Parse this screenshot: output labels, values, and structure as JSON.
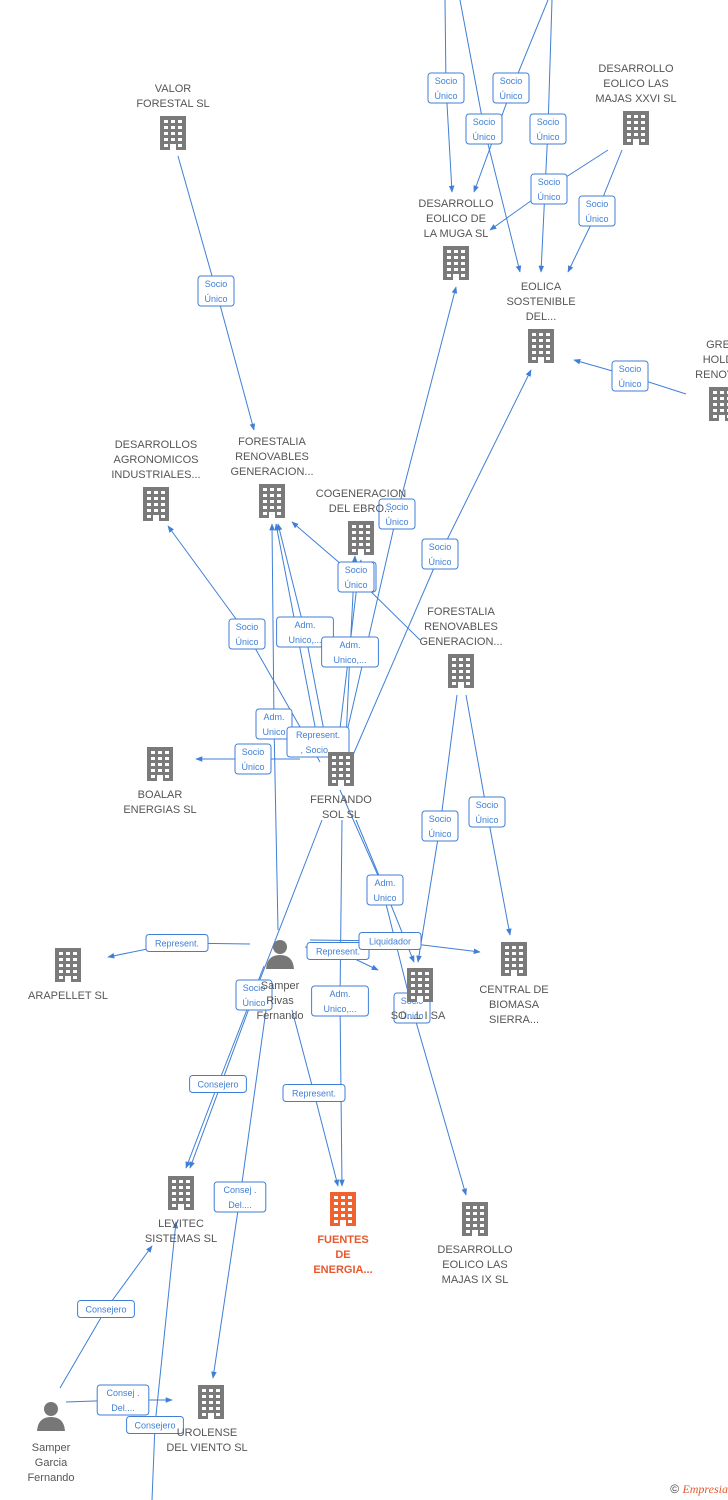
{
  "nodes": [
    {
      "id": "valor_forestal",
      "type": "company",
      "label": [
        "VALOR",
        "FORESTAL SL"
      ]
    },
    {
      "id": "des_eolico_majas_xxvi",
      "type": "company",
      "label": [
        "DESARROLLO",
        "EOLICO LAS",
        "MAJAS XXVI  SL"
      ]
    },
    {
      "id": "des_eolico_muga",
      "type": "company",
      "label": [
        "DESARROLLO",
        "EOLICO DE",
        "LA MUGA SL"
      ]
    },
    {
      "id": "eolica_sostenible",
      "type": "company",
      "label": [
        "EOLICA",
        "SOSTENIBLE",
        "DEL..."
      ]
    },
    {
      "id": "gre_holding",
      "type": "company",
      "label": [
        "GRE",
        "HOLD",
        "RENOVA"
      ]
    },
    {
      "id": "des_agronomicos",
      "type": "company",
      "label": [
        "DESARROLLOS",
        "AGRONOMICOS",
        "INDUSTRIALES..."
      ]
    },
    {
      "id": "forestalia_1",
      "type": "company",
      "label": [
        "FORESTALIA",
        "RENOVABLES",
        "GENERACION..."
      ]
    },
    {
      "id": "cogeneracion_ebro",
      "type": "company",
      "label": [
        "COGENERACION",
        "DEL EBRO..."
      ]
    },
    {
      "id": "forestalia_2",
      "type": "company",
      "label": [
        "FORESTALIA",
        "RENOVABLES",
        "GENERACION..."
      ]
    },
    {
      "id": "boalar",
      "type": "company",
      "label": [
        "BOALAR",
        "ENERGIAS  SL"
      ]
    },
    {
      "id": "fernando_sol",
      "type": "company",
      "label": [
        "FERNANDO",
        "SOL SL"
      ]
    },
    {
      "id": "arapellet",
      "type": "company",
      "label": [
        "ARAPELLET  SL"
      ]
    },
    {
      "id": "samper_rivas",
      "type": "person",
      "label": [
        "Samper",
        "Rivas",
        "Fernando"
      ]
    },
    {
      "id": "so_sa",
      "type": "company",
      "label": [
        "SO...L I SA"
      ]
    },
    {
      "id": "central_biomasa",
      "type": "company",
      "label": [
        "CENTRAL DE",
        "BIOMASA",
        "SIERRA..."
      ]
    },
    {
      "id": "levitec",
      "type": "company",
      "label": [
        "LEVITEC",
        "SISTEMAS  SL"
      ]
    },
    {
      "id": "fuentes_energia",
      "type": "company_main",
      "label": [
        "FUENTES",
        "DE",
        "ENERGIA..."
      ]
    },
    {
      "id": "des_eolico_majas_ix",
      "type": "company",
      "label": [
        "DESARROLLO",
        "EOLICO LAS",
        "MAJAS IX  SL"
      ]
    },
    {
      "id": "samper_garcia",
      "type": "person",
      "label": [
        "Samper",
        "Garcia",
        "Fernando"
      ]
    },
    {
      "id": "eurolense",
      "type": "company",
      "label": [
        "UROLENSE",
        "DEL VIENTO SL"
      ]
    }
  ],
  "edge_labels": [
    {
      "id": "e1",
      "lines": [
        "Socio",
        "Único"
      ]
    },
    {
      "id": "e2",
      "lines": [
        "Socio",
        "Único"
      ]
    },
    {
      "id": "e3",
      "lines": [
        "Socio",
        "Único"
      ]
    },
    {
      "id": "e4",
      "lines": [
        "Socio",
        "Único"
      ]
    },
    {
      "id": "e5",
      "lines": [
        "Socio",
        "Único"
      ]
    },
    {
      "id": "e6",
      "lines": [
        "Socio",
        "Único"
      ]
    },
    {
      "id": "e7",
      "lines": [
        "Socio",
        "Único"
      ]
    },
    {
      "id": "e8",
      "lines": [
        "Socio",
        "Único"
      ]
    },
    {
      "id": "e9",
      "lines": [
        "Socio",
        "Único"
      ]
    },
    {
      "id": "e10",
      "lines": [
        "Socio",
        "Único"
      ]
    },
    {
      "id": "e11",
      "lines": [
        "Socio",
        "Único"
      ]
    },
    {
      "id": "e12",
      "lines": [
        "Socio",
        "Único"
      ]
    },
    {
      "id": "e13",
      "lines": [
        "Socio",
        "Único"
      ]
    },
    {
      "id": "e14",
      "lines": [
        "Adm.",
        "Unico,..."
      ]
    },
    {
      "id": "e15",
      "lines": [
        "Adm.",
        "Unico,..."
      ]
    },
    {
      "id": "e16",
      "lines": [
        "Adm.",
        "Unico"
      ]
    },
    {
      "id": "e17",
      "lines": [
        "Represent.",
        ", Socio..."
      ]
    },
    {
      "id": "e18",
      "lines": [
        "Socio",
        "Único"
      ]
    },
    {
      "id": "e19",
      "lines": [
        "Socio",
        "Único"
      ]
    },
    {
      "id": "e20",
      "lines": [
        "Socio",
        "Único"
      ]
    },
    {
      "id": "e21",
      "lines": [
        "Adm.",
        "Unico"
      ]
    },
    {
      "id": "e22",
      "lines": [
        "Represent."
      ]
    },
    {
      "id": "e23",
      "lines": [
        "Represent."
      ]
    },
    {
      "id": "e24",
      "lines": [
        "Liquidador"
      ]
    },
    {
      "id": "e25",
      "lines": [
        "Socio",
        "Único"
      ]
    },
    {
      "id": "e26",
      "lines": [
        "Adm.",
        "Unico,..."
      ]
    },
    {
      "id": "e27",
      "lines": [
        "Socio",
        "Único"
      ]
    },
    {
      "id": "e28",
      "lines": [
        "Consejero"
      ]
    },
    {
      "id": "e29",
      "lines": [
        "Represent."
      ]
    },
    {
      "id": "e30",
      "lines": [
        "Consej .",
        "Del...."
      ]
    },
    {
      "id": "e31",
      "lines": [
        "Consejero"
      ]
    },
    {
      "id": "e32",
      "lines": [
        "Consej .",
        "Del...."
      ]
    },
    {
      "id": "e33",
      "lines": [
        "Consejero"
      ]
    }
  ],
  "copyright": {
    "symbol": "©",
    "brand": "Empresia"
  },
  "colors": {
    "edge": "#3f7fd6",
    "node": "#7a7a7a",
    "main_node": "#f0622e"
  }
}
